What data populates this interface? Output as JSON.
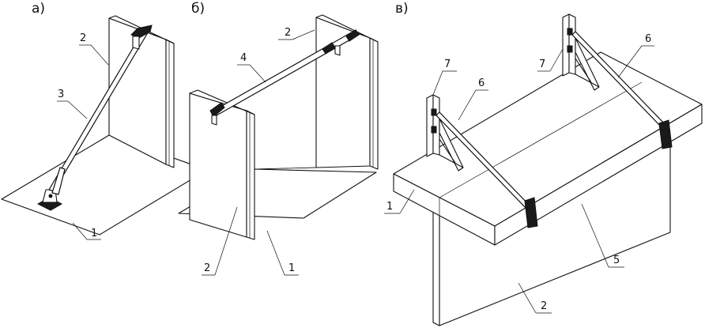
{
  "panels": [
    {
      "label": "а)"
    },
    {
      "label": "б)"
    },
    {
      "label": "в)"
    }
  ],
  "callouts": {
    "a_1": "1",
    "a_2": "2",
    "a_3": "3",
    "b_1": "1",
    "b_2_top": "2",
    "b_2_bottom": "2",
    "b_4": "4",
    "c_1": "1",
    "c_2": "2",
    "c_5": "5",
    "c_6_left": "6",
    "c_6_right": "6",
    "c_7_left": "7",
    "c_7_right": "7"
  }
}
